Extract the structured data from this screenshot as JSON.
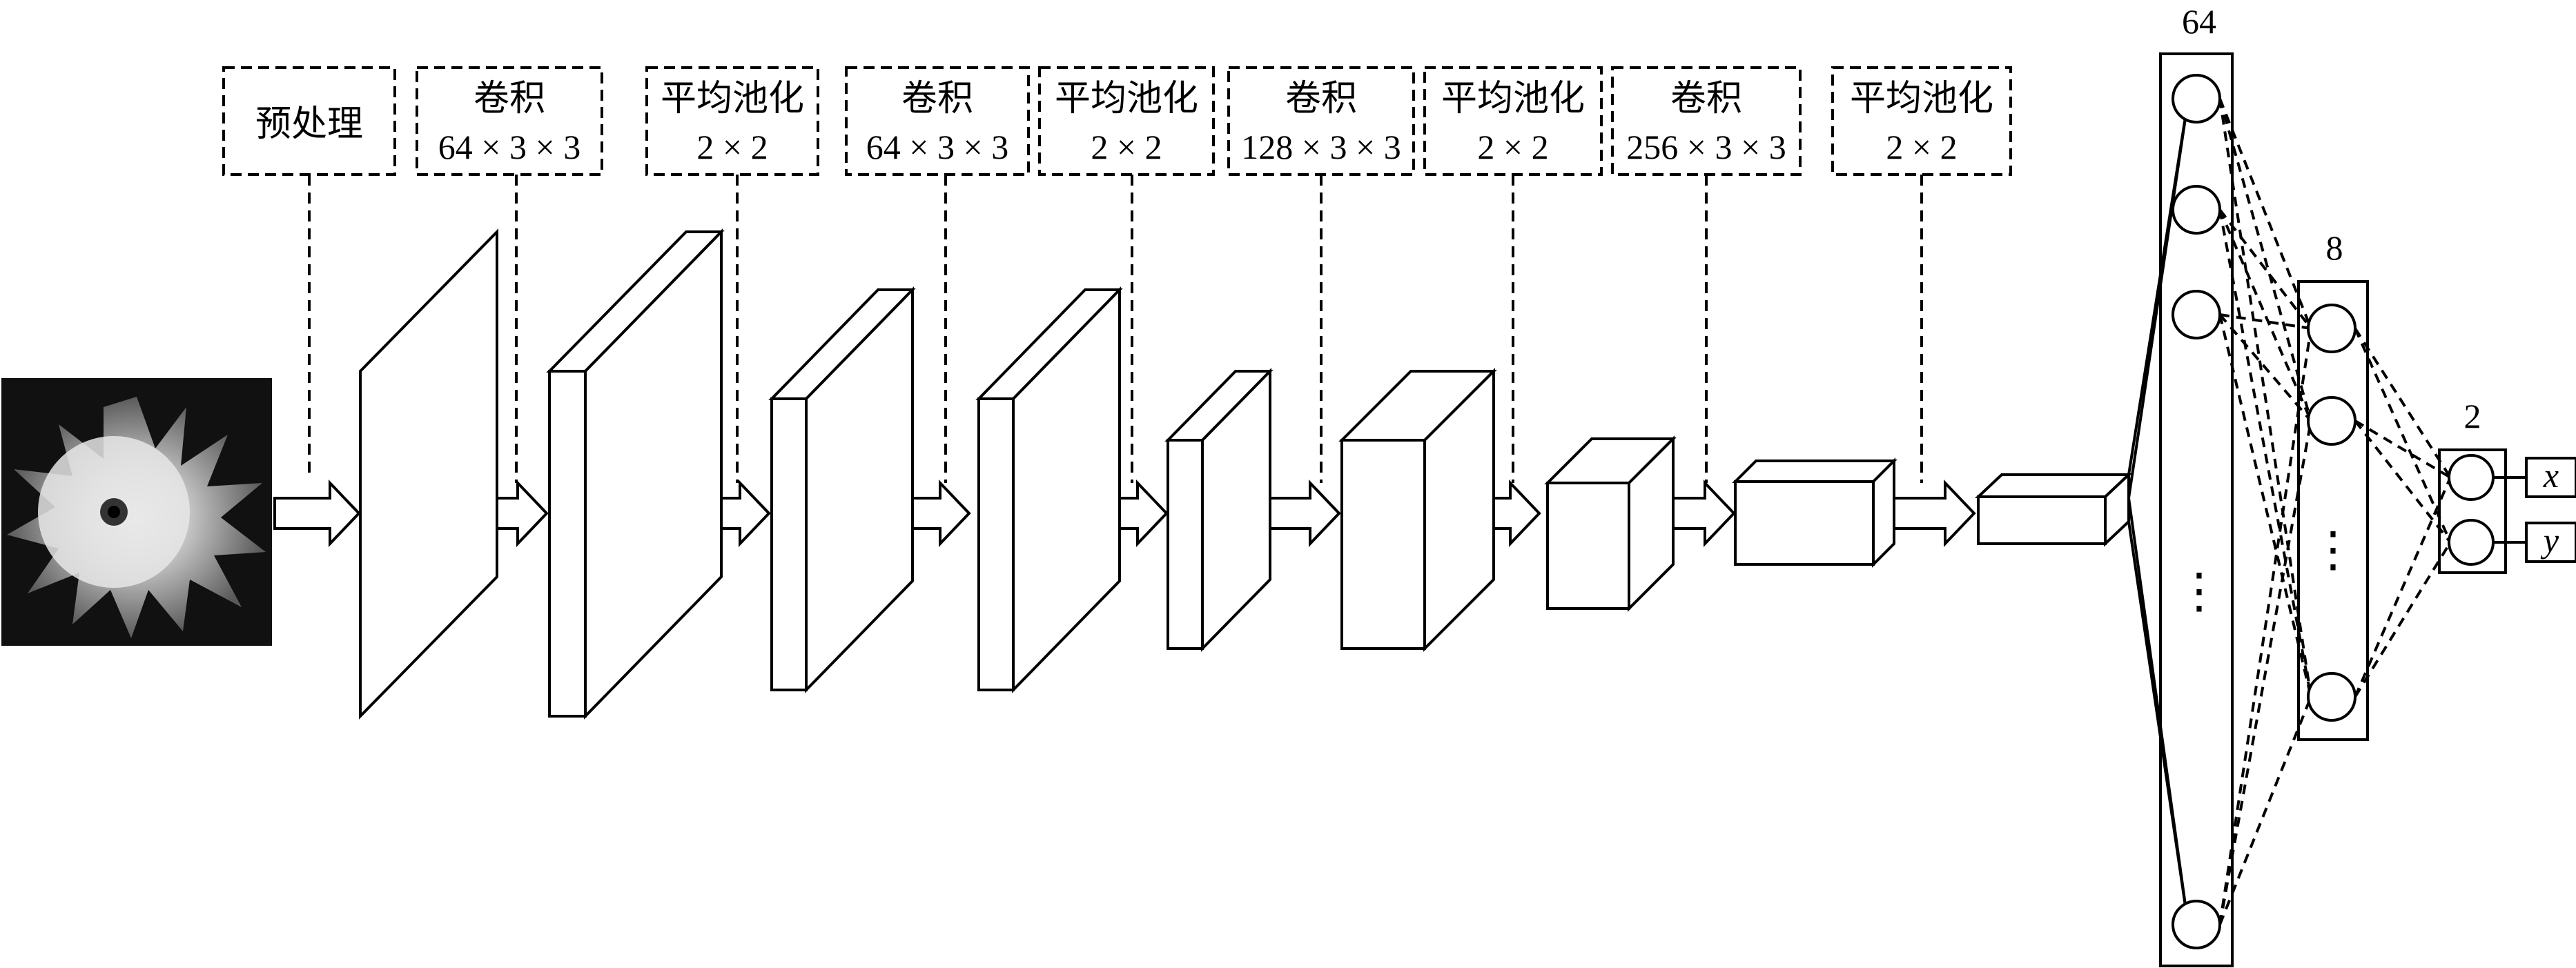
{
  "labels": {
    "preprocess": "预处理",
    "conv1_name": "卷积",
    "conv1_size": "64 × 3 × 3",
    "pool1_name": "平均池化",
    "pool1_size": "2 × 2",
    "conv2_name": "卷积",
    "conv2_size": "64 × 3 × 3",
    "pool2_name": "平均池化",
    "pool2_size": "2 × 2",
    "conv3_name": "卷积",
    "conv3_size": "128 × 3 × 3",
    "pool3_name": "平均池化",
    "pool3_size": "2 × 2",
    "conv4_name": "卷积",
    "conv4_size": "256 × 3 × 3",
    "pool4_name": "平均池化",
    "pool4_size": "2 × 2"
  },
  "dense": {
    "layer1_units": "64",
    "layer2_units": "8",
    "output_units": "2",
    "ellipsis": "⋮",
    "output_x": "x",
    "output_y": "y"
  },
  "colors": {
    "stroke": "#000000",
    "fill": "#ffffff",
    "image_background": "#111111"
  },
  "icons": {
    "input": "grayscale-radial-burst-image"
  }
}
